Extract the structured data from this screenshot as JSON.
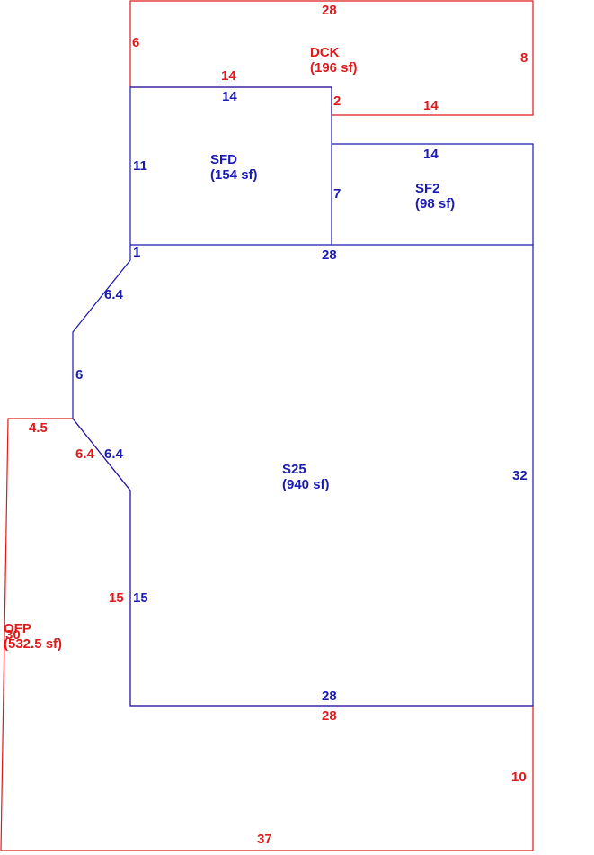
{
  "colors": {
    "red": "#e0191b",
    "blue": "#1b1bb3"
  },
  "areas": {
    "dck": {
      "code": "DCK",
      "area": "(196 sf)"
    },
    "sfd": {
      "code": "SFD",
      "area": "(154 sf)"
    },
    "sf2": {
      "code": "SF2",
      "area": "(98 sf)"
    },
    "s25": {
      "code": "S25",
      "area": "(940 sf)"
    },
    "ofp": {
      "code": "OFP",
      "area": "(532.5 sf)"
    }
  },
  "dims": {
    "dck_top": "28",
    "dck_left": "6",
    "dck_right": "8",
    "dck_bottom_left": "14",
    "dck_step": "2",
    "dck_bottom_right": "14",
    "sfd_top": "14",
    "sfd_left": "11",
    "sfd_right": "7",
    "sf2_top": "14",
    "corner_1": "1",
    "s25_top": "28",
    "s25_diag_upper": "6.4",
    "s25_vert_left": "6",
    "s25_diag_lower": "6.4",
    "s25_left_lower": "15",
    "s25_right": "32",
    "s25_bottom": "28",
    "ofp_top": "4.5",
    "ofp_diag": "6.4",
    "ofp_inner": "15",
    "ofp_left": "30",
    "ofp_top_shared": "28",
    "ofp_right": "10",
    "ofp_bottom": "37"
  }
}
